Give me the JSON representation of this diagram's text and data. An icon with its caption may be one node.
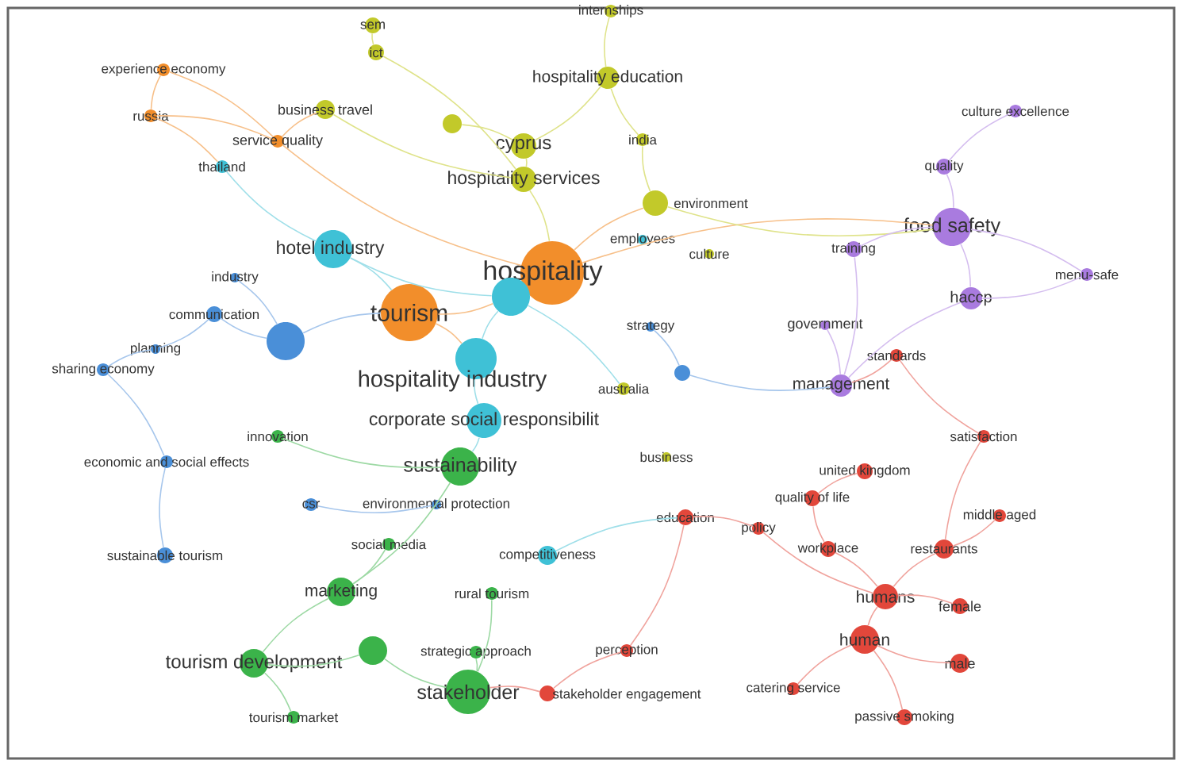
{
  "diagram": {
    "nodes": [
      {
        "text": [
          "internships"
        ]
      },
      {
        "text": [
          "sem"
        ]
      },
      {
        "text": [
          "ict"
        ]
      },
      {
        "text": [
          "experience economy"
        ]
      },
      {
        "text": [
          "hospitality education"
        ]
      },
      {
        "text": [
          "business travel"
        ]
      },
      {
        "text": [
          "russia"
        ]
      },
      {
        "text": [
          "service quality"
        ]
      },
      {
        "text": [
          "culture excellence"
        ]
      },
      {
        "text": [
          "cyprus"
        ]
      },
      {
        "text": [
          "india"
        ]
      },
      {
        "text": [
          "thailand"
        ]
      },
      {
        "text": [
          "quality"
        ]
      },
      {
        "text": [
          "hospitality services"
        ]
      },
      {
        "text": [
          "environment"
        ]
      },
      {
        "text": [
          "food safety"
        ]
      },
      {
        "text": [
          "employees"
        ]
      },
      {
        "text": [
          "hotel industry"
        ]
      },
      {
        "text": [
          "culture"
        ]
      },
      {
        "text": [
          "training"
        ]
      },
      {
        "text": [
          "hospitality"
        ]
      },
      {
        "text": [
          "menu-safe"
        ]
      },
      {
        "text": [
          "industry"
        ]
      },
      {
        "text": [
          "haccp"
        ]
      },
      {
        "text": [
          "tourism"
        ]
      },
      {
        "text": [
          "communication"
        ]
      },
      {
        "text": [
          "strategy"
        ]
      },
      {
        "text": [
          "government"
        ]
      },
      {
        "text": [
          "planning"
        ]
      },
      {
        "text": [
          "standards"
        ]
      },
      {
        "text": [
          "sharing economy"
        ]
      },
      {
        "text": [
          "hospitality industry"
        ]
      },
      {
        "text": [
          "management"
        ]
      },
      {
        "text": [
          "australia"
        ]
      },
      {
        "text": [
          "corporate social responsibilit"
        ]
      },
      {
        "text": [
          "innovation"
        ]
      },
      {
        "text": [
          "satisfaction"
        ]
      },
      {
        "text": [
          "business"
        ]
      },
      {
        "text": [
          "economic and social effects"
        ]
      },
      {
        "text": [
          "sustainability"
        ]
      },
      {
        "text": [
          "united kingdom"
        ]
      },
      {
        "text": [
          "quality of life"
        ]
      },
      {
        "text": [
          "csr"
        ]
      },
      {
        "text": [
          "environmental protection"
        ]
      },
      {
        "text": [
          "middle aged"
        ]
      },
      {
        "text": [
          "education"
        ]
      },
      {
        "text": [
          "policy"
        ]
      },
      {
        "text": [
          "social media"
        ]
      },
      {
        "text": [
          "workplace"
        ]
      },
      {
        "text": [
          "restaurants"
        ]
      },
      {
        "text": [
          "sustainable tourism"
        ]
      },
      {
        "text": [
          "competitiveness"
        ]
      },
      {
        "text": [
          "marketing"
        ]
      },
      {
        "text": [
          "rural tourism"
        ]
      },
      {
        "text": [
          "humans"
        ]
      },
      {
        "text": [
          "female"
        ]
      },
      {
        "text": [
          "human"
        ]
      },
      {
        "text": [
          "perception"
        ]
      },
      {
        "text": [
          "strategic approach"
        ]
      },
      {
        "text": [
          "tourism development"
        ]
      },
      {
        "text": [
          "male"
        ]
      },
      {
        "text": [
          "catering service"
        ]
      },
      {
        "text": [
          "stakeholder"
        ]
      },
      {
        "text": [
          "stakeholder engagement"
        ]
      },
      {
        "text": [
          "tourism market"
        ]
      },
      {
        "text": [
          "passive smoking"
        ]
      },
      {
        "text": [],
        "shape": "circle"
      },
      {
        "text": [],
        "shape": "circle"
      },
      {
        "text": [],
        "shape": "circle"
      },
      {
        "text": [],
        "shape": "circle"
      },
      {
        "text": [],
        "shape": "circle"
      }
    ],
    "edges": [
      {
        "from": 3,
        "to": 6,
        "arrow": "none",
        "color": "#f7c08a"
      },
      {
        "from": 3,
        "to": 7,
        "arrow": "none",
        "color": "#f7c08a"
      },
      {
        "from": 7,
        "to": 6,
        "arrow": "none",
        "color": "#f7c08a"
      },
      {
        "from": 6,
        "to": 11,
        "arrow": "none",
        "color": "#f7c08a"
      },
      {
        "from": 7,
        "to": 20,
        "arrow": "none",
        "color": "#f7c08a"
      },
      {
        "from": 7,
        "to": 5,
        "arrow": "none",
        "color": "#f7c08a"
      },
      {
        "from": 24,
        "to": 66,
        "arrow": "none",
        "color": "#f7c08a"
      },
      {
        "from": 20,
        "to": 14,
        "arrow": "none",
        "color": "#f7c08a"
      },
      {
        "from": 15,
        "to": 20,
        "arrow": "none",
        "color": "#f7c08a"
      },
      {
        "from": 24,
        "to": 31,
        "arrow": "none",
        "color": "#f7c08a"
      },
      {
        "from": 1,
        "to": 2,
        "arrow": "none",
        "color": "#dfe38a"
      },
      {
        "from": 2,
        "to": 13,
        "arrow": "none",
        "color": "#dfe38a"
      },
      {
        "from": 5,
        "to": 13,
        "arrow": "none",
        "color": "#dfe38a"
      },
      {
        "from": 4,
        "to": 9,
        "arrow": "none",
        "color": "#dfe38a"
      },
      {
        "from": 4,
        "to": 10,
        "arrow": "none",
        "color": "#dfe38a"
      },
      {
        "from": 9,
        "to": 13,
        "arrow": "none",
        "color": "#dfe38a"
      },
      {
        "from": 10,
        "to": 14,
        "arrow": "none",
        "color": "#dfe38a"
      },
      {
        "from": 13,
        "to": 20,
        "arrow": "none",
        "color": "#dfe38a"
      },
      {
        "from": 0,
        "to": 4,
        "arrow": "none",
        "color": "#dfe38a"
      },
      {
        "from": 70,
        "to": 9,
        "arrow": "none",
        "color": "#dfe38a"
      },
      {
        "from": 14,
        "to": 15,
        "arrow": "none",
        "color": "#dfe38a"
      },
      {
        "from": 17,
        "to": 24,
        "arrow": "none",
        "color": "#9fdfe9"
      },
      {
        "from": 17,
        "to": 66,
        "arrow": "none",
        "color": "#9fdfe9"
      },
      {
        "from": 66,
        "to": 33,
        "arrow": "none",
        "color": "#9fdfe9"
      },
      {
        "from": 31,
        "to": 34,
        "arrow": "none",
        "color": "#9fdfe9"
      },
      {
        "from": 34,
        "to": 39,
        "arrow": "none",
        "color": "#9fdfe9"
      },
      {
        "from": 11,
        "to": 17,
        "arrow": "none",
        "color": "#9fdfe9"
      },
      {
        "from": 51,
        "to": 45,
        "arrow": "none",
        "color": "#9fdfe9"
      },
      {
        "from": 66,
        "to": 31,
        "arrow": "none",
        "color": "#9fdfe9"
      },
      {
        "from": 67,
        "to": 25,
        "arrow": "none",
        "color": "#a6c6ec"
      },
      {
        "from": 67,
        "to": 22,
        "arrow": "none",
        "color": "#a6c6ec"
      },
      {
        "from": 25,
        "to": 28,
        "arrow": "none",
        "color": "#a6c6ec"
      },
      {
        "from": 28,
        "to": 30,
        "arrow": "none",
        "color": "#a6c6ec"
      },
      {
        "from": 30,
        "to": 38,
        "arrow": "none",
        "color": "#a6c6ec"
      },
      {
        "from": 38,
        "to": 50,
        "arrow": "none",
        "color": "#a6c6ec"
      },
      {
        "from": 67,
        "to": 24,
        "arrow": "none",
        "color": "#a6c6ec"
      },
      {
        "from": 42,
        "to": 43,
        "arrow": "none",
        "color": "#a6c6ec"
      },
      {
        "from": 26,
        "to": 68,
        "arrow": "none",
        "color": "#a6c6ec"
      },
      {
        "from": 68,
        "to": 32,
        "arrow": "none",
        "color": "#a6c6ec"
      },
      {
        "from": 39,
        "to": 52,
        "arrow": "none",
        "color": "#9dd9a4"
      },
      {
        "from": 52,
        "to": 59,
        "arrow": "none",
        "color": "#9dd9a4"
      },
      {
        "from": 59,
        "to": 64,
        "arrow": "none",
        "color": "#9dd9a4"
      },
      {
        "from": 62,
        "to": 58,
        "arrow": "none",
        "color": "#9dd9a4"
      },
      {
        "from": 62,
        "to": 69,
        "arrow": "none",
        "color": "#9dd9a4"
      },
      {
        "from": 52,
        "to": 47,
        "arrow": "none",
        "color": "#9dd9a4"
      },
      {
        "from": 53,
        "to": 62,
        "arrow": "none",
        "color": "#9dd9a4"
      },
      {
        "from": 35,
        "to": 39,
        "arrow": "none",
        "color": "#9dd9a4"
      },
      {
        "from": 69,
        "to": 59,
        "arrow": "none",
        "color": "#9dd9a4"
      },
      {
        "from": 8,
        "to": 12,
        "arrow": "none",
        "color": "#d4bdef"
      },
      {
        "from": 12,
        "to": 15,
        "arrow": "none",
        "color": "#d4bdef"
      },
      {
        "from": 15,
        "to": 19,
        "arrow": "none",
        "color": "#d4bdef"
      },
      {
        "from": 15,
        "to": 23,
        "arrow": "none",
        "color": "#d4bdef"
      },
      {
        "from": 23,
        "to": 21,
        "arrow": "none",
        "color": "#d4bdef"
      },
      {
        "from": 15,
        "to": 21,
        "arrow": "none",
        "color": "#d4bdef"
      },
      {
        "from": 32,
        "to": 27,
        "arrow": "none",
        "color": "#d4bdef"
      },
      {
        "from": 32,
        "to": 23,
        "arrow": "none",
        "color": "#d4bdef"
      },
      {
        "from": 32,
        "to": 19,
        "arrow": "none",
        "color": "#d4bdef"
      },
      {
        "from": 29,
        "to": 32,
        "arrow": "none",
        "color": "#f0a39d"
      },
      {
        "from": 29,
        "to": 36,
        "arrow": "none",
        "color": "#f0a39d"
      },
      {
        "from": 41,
        "to": 40,
        "arrow": "none",
        "color": "#f0a39d"
      },
      {
        "from": 41,
        "to": 48,
        "arrow": "none",
        "color": "#f0a39d"
      },
      {
        "from": 48,
        "to": 54,
        "arrow": "none",
        "color": "#f0a39d"
      },
      {
        "from": 54,
        "to": 56,
        "arrow": "none",
        "color": "#f0a39d"
      },
      {
        "from": 54,
        "to": 55,
        "arrow": "none",
        "color": "#f0a39d"
      },
      {
        "from": 56,
        "to": 60,
        "arrow": "none",
        "color": "#f0a39d"
      },
      {
        "from": 56,
        "to": 65,
        "arrow": "none",
        "color": "#f0a39d"
      },
      {
        "from": 49,
        "to": 54,
        "arrow": "none",
        "color": "#f0a39d"
      },
      {
        "from": 44,
        "to": 49,
        "arrow": "none",
        "color": "#f0a39d"
      },
      {
        "from": 36,
        "to": 49,
        "arrow": "none",
        "color": "#f0a39d"
      },
      {
        "from": 45,
        "to": 46,
        "arrow": "none",
        "color": "#f0a39d"
      },
      {
        "from": 57,
        "to": 63,
        "arrow": "none",
        "color": "#f0a39d"
      },
      {
        "from": 61,
        "to": 56,
        "arrow": "none",
        "color": "#f0a39d"
      },
      {
        "from": 63,
        "to": 62,
        "arrow": "none",
        "color": "#f0a39d"
      },
      {
        "from": 45,
        "to": 57,
        "arrow": "none",
        "color": "#f0a39d"
      },
      {
        "from": 46,
        "to": 54,
        "arrow": "none",
        "color": "#f0a39d"
      }
    ]
  }
}
